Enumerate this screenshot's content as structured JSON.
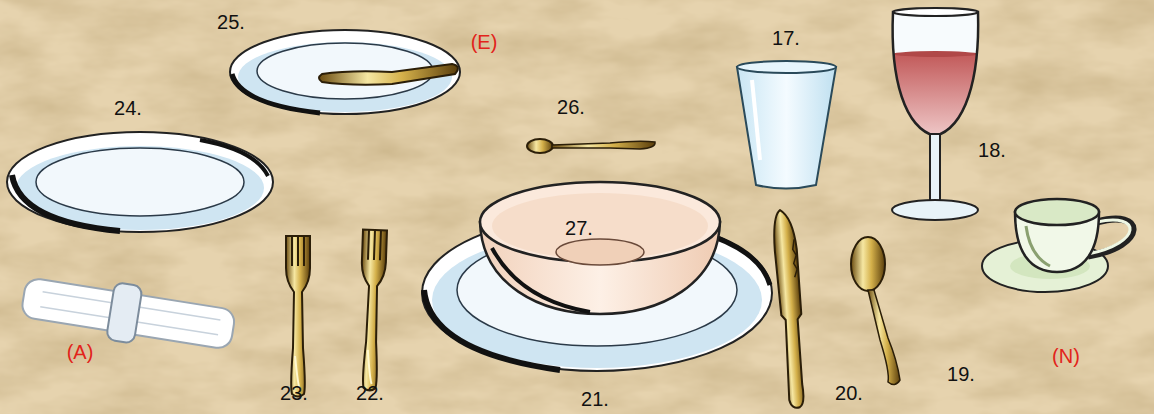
{
  "diagram": {
    "labels": [
      "25.",
      "(E)",
      "17.",
      "24.",
      "26.",
      "18.",
      "27.",
      "(A)",
      "23.",
      "22.",
      "21.",
      "20.",
      "19.",
      "(N)"
    ]
  }
}
